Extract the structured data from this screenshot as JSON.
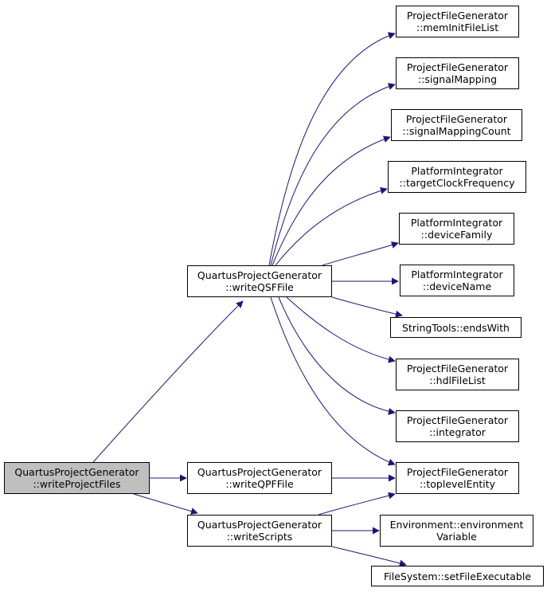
{
  "graph": {
    "kind": "call-graph",
    "edge_color": "#191970",
    "node_border_color": "#000000",
    "current_node_fill": "#bfbfbf",
    "nodes": [
      {
        "id": "writeProjectFiles",
        "lines": [
          "QuartusProjectGenerator",
          "::writeProjectFiles"
        ],
        "current": true
      },
      {
        "id": "writeQSFFile",
        "lines": [
          "QuartusProjectGenerator",
          "::writeQSFFile"
        ]
      },
      {
        "id": "writeQPFFile",
        "lines": [
          "QuartusProjectGenerator",
          "::writeQPFFile"
        ]
      },
      {
        "id": "writeScripts",
        "lines": [
          "QuartusProjectGenerator",
          "::writeScripts"
        ]
      },
      {
        "id": "memInitFileList",
        "lines": [
          "ProjectFileGenerator",
          "::memInitFileList"
        ]
      },
      {
        "id": "signalMapping",
        "lines": [
          "ProjectFileGenerator",
          "::signalMapping"
        ]
      },
      {
        "id": "signalMappingCount",
        "lines": [
          "ProjectFileGenerator",
          "::signalMappingCount"
        ]
      },
      {
        "id": "targetClockFrequency",
        "lines": [
          "PlatformIntegrator",
          "::targetClockFrequency"
        ]
      },
      {
        "id": "deviceFamily",
        "lines": [
          "PlatformIntegrator",
          "::deviceFamily"
        ]
      },
      {
        "id": "deviceName",
        "lines": [
          "PlatformIntegrator",
          "::deviceName"
        ]
      },
      {
        "id": "endsWith",
        "lines": [
          "StringTools::endsWith"
        ]
      },
      {
        "id": "hdlFileList",
        "lines": [
          "ProjectFileGenerator",
          "::hdlFileList"
        ]
      },
      {
        "id": "integrator",
        "lines": [
          "ProjectFileGenerator",
          "::integrator"
        ]
      },
      {
        "id": "toplevelEntity",
        "lines": [
          "ProjectFileGenerator",
          "::toplevelEntity"
        ]
      },
      {
        "id": "environmentVariable",
        "lines": [
          "Environment::environment",
          "Variable"
        ]
      },
      {
        "id": "setFileExecutable",
        "lines": [
          "FileSystem::setFileExecutable"
        ]
      }
    ],
    "edges": [
      {
        "from": "writeProjectFiles",
        "to": "writeQSFFile"
      },
      {
        "from": "writeProjectFiles",
        "to": "writeQPFFile"
      },
      {
        "from": "writeProjectFiles",
        "to": "writeScripts"
      },
      {
        "from": "writeQSFFile",
        "to": "memInitFileList"
      },
      {
        "from": "writeQSFFile",
        "to": "signalMapping"
      },
      {
        "from": "writeQSFFile",
        "to": "signalMappingCount"
      },
      {
        "from": "writeQSFFile",
        "to": "targetClockFrequency"
      },
      {
        "from": "writeQSFFile",
        "to": "deviceFamily"
      },
      {
        "from": "writeQSFFile",
        "to": "deviceName"
      },
      {
        "from": "writeQSFFile",
        "to": "endsWith"
      },
      {
        "from": "writeQSFFile",
        "to": "hdlFileList"
      },
      {
        "from": "writeQSFFile",
        "to": "integrator"
      },
      {
        "from": "writeQSFFile",
        "to": "toplevelEntity"
      },
      {
        "from": "writeQPFFile",
        "to": "toplevelEntity"
      },
      {
        "from": "writeScripts",
        "to": "toplevelEntity"
      },
      {
        "from": "writeScripts",
        "to": "environmentVariable"
      },
      {
        "from": "writeScripts",
        "to": "setFileExecutable"
      }
    ]
  }
}
